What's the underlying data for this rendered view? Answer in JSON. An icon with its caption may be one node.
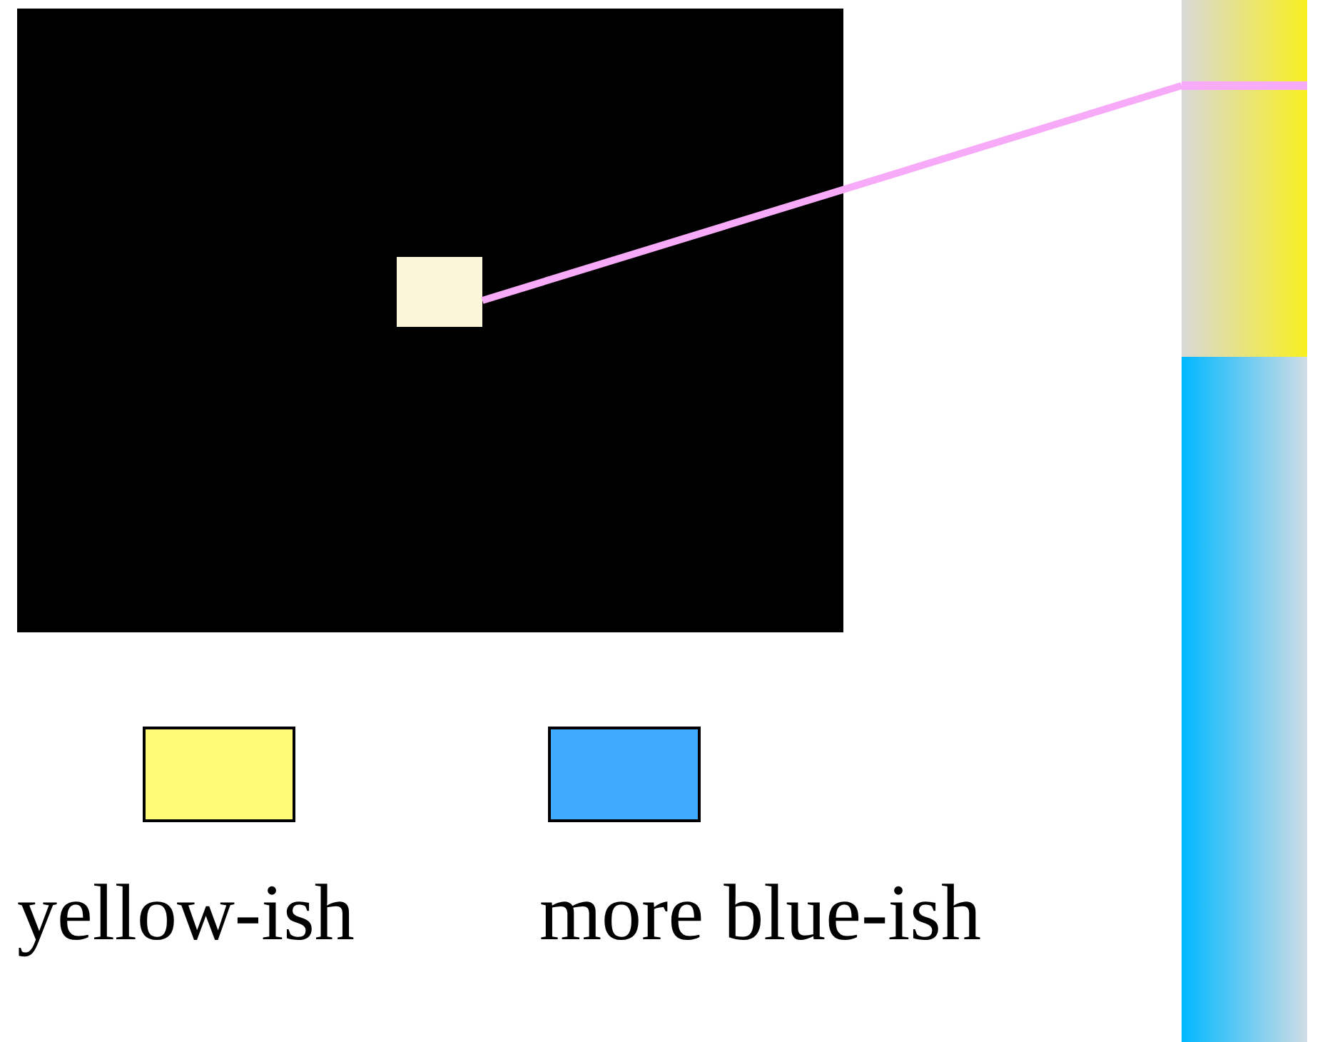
{
  "diagram": {
    "nodes": [
      {
        "text": [],
        "shape": "box"
      },
      {
        "text": [],
        "shape": "box",
        "in": 0
      },
      {
        "text": [],
        "shape": "bar"
      }
    ],
    "edges": [
      {
        "from": 1,
        "to": 2,
        "arrow": "none",
        "color": "#f7aaf7"
      }
    ],
    "legend": [
      {
        "text": "yellow-ish",
        "color": "#fffb77"
      },
      {
        "text": "more blue-ish",
        "color": "#40aaff"
      }
    ]
  }
}
